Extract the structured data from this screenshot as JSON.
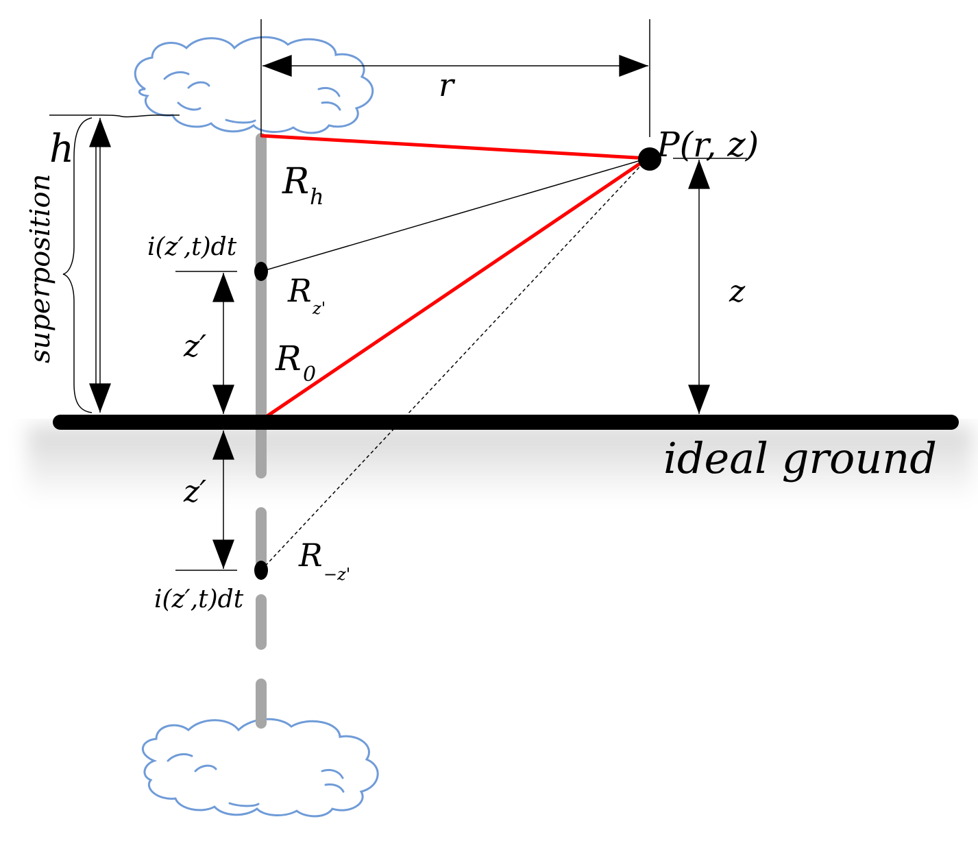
{
  "labels": {
    "r": "r",
    "point": "P(r, z)",
    "h": "h",
    "superposition": "superposition",
    "R_h_main": "R",
    "R_h_sub": "h",
    "R_zp_main": "R",
    "R_zp_sub": "z'",
    "R_0_main": "R",
    "R_0_sub": "0",
    "R_mzp_main": "R",
    "R_mzp_sub": "−z'",
    "z": "z",
    "z_prime_upper": "z′",
    "z_prime_lower": "z′",
    "current_upper": "i(z′,t)dt",
    "current_lower": "i(z′,t)dt",
    "ground": "ideal ground"
  },
  "colors": {
    "channel": "#a6a6a6",
    "red_lines": "#ff0000",
    "cloud": "#6f9bd8",
    "ground": "#000000"
  },
  "icons": {
    "cloud_top": "cloud-icon",
    "cloud_bottom": "cloud-icon"
  }
}
